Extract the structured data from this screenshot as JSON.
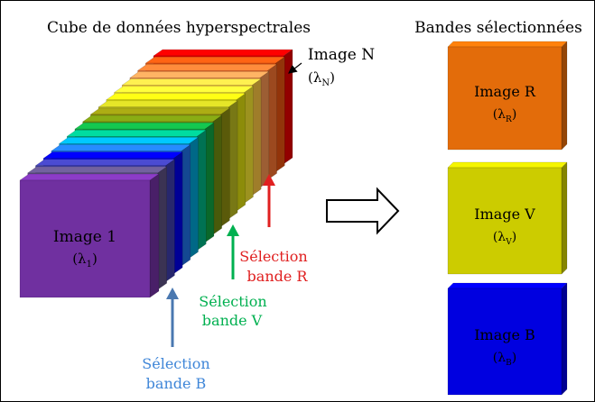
{
  "titles": {
    "cube": "Cube de données hyperspectrales",
    "selected": "Bandes sélectionnées"
  },
  "cube": {
    "first_image": {
      "label": "Image 1",
      "lambda_main": "(λ",
      "lambda_sub": "1",
      "lambda_close": ")"
    },
    "last_image": {
      "label": "Image N",
      "lambda_main": "(λ",
      "lambda_sub": "N",
      "lambda_close": ")"
    },
    "slice_colors": [
      "#7030A0",
      "#5B4E7F",
      "#3C3CA8",
      "#0000E6",
      "#1F6FE0",
      "#00A0D0",
      "#00B080",
      "#10A040",
      "#6E8A10",
      "#8A8A10",
      "#B8B820",
      "#D8D810",
      "#F0E030",
      "#F5C040",
      "#F09050",
      "#F07030",
      "#E05010",
      "#E00000"
    ]
  },
  "selections": {
    "r": {
      "line1": "Sélection",
      "line2": "bande R",
      "color": "#e02020"
    },
    "v": {
      "line1": "Sélection",
      "line2": "bande V",
      "color": "#00b050"
    },
    "b": {
      "line1": "Sélection",
      "line2": "bande B",
      "color": "#4a78b0"
    }
  },
  "bands": [
    {
      "label": "Image R",
      "lambda_main": "(λ",
      "lambda_sub": "R",
      "lambda_close": ")",
      "color": "#E36C0A"
    },
    {
      "label": "Image V",
      "lambda_main": "(λ",
      "lambda_sub": "V",
      "lambda_close": ")",
      "color": "#CCCC00"
    },
    {
      "label": "Image B",
      "lambda_main": "(λ",
      "lambda_sub": "B",
      "lambda_close": ")",
      "color": "#0000E0"
    }
  ]
}
